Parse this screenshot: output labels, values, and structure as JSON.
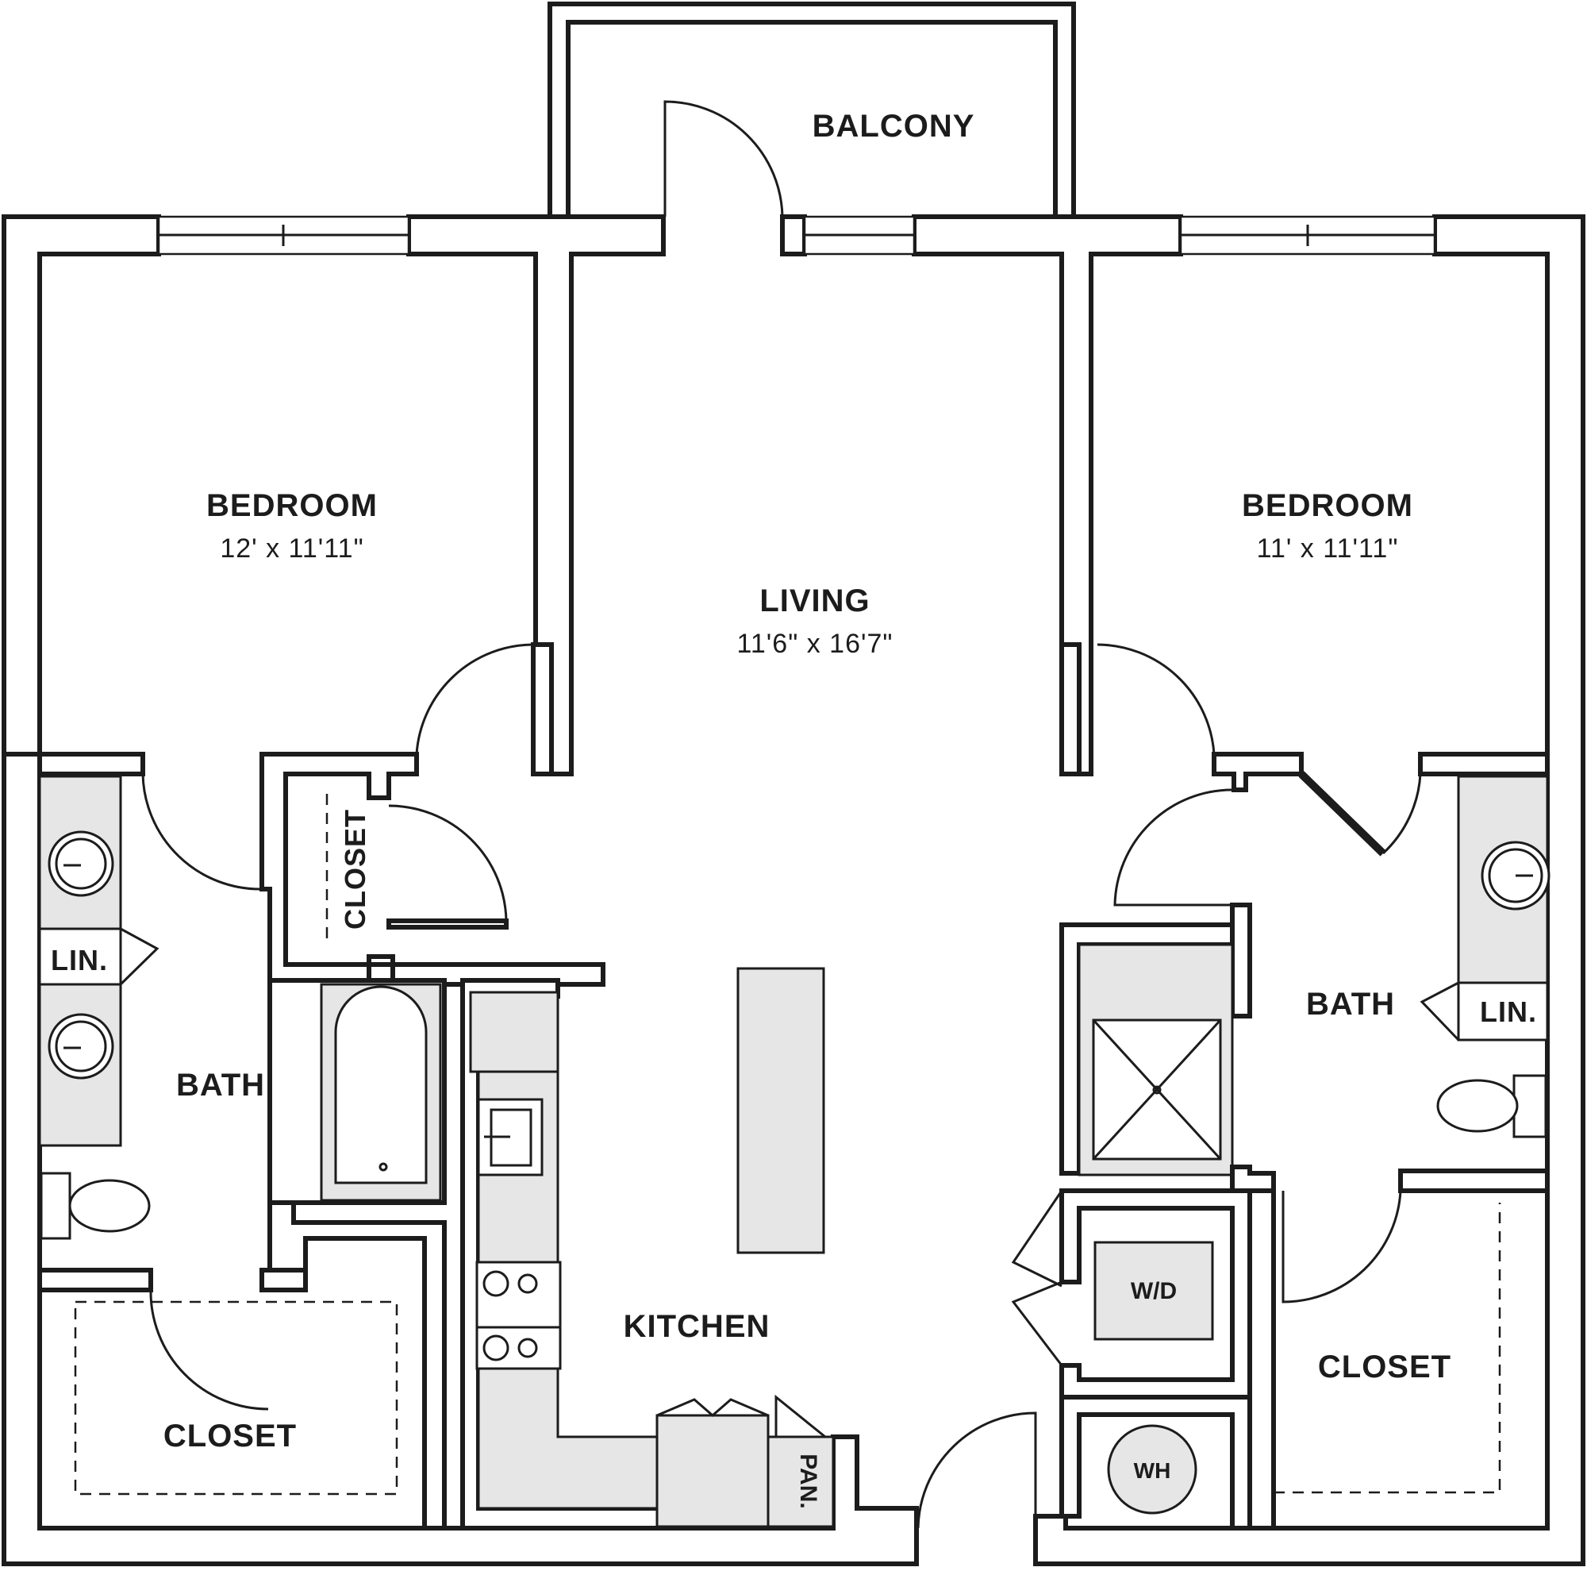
{
  "rooms": {
    "balcony": {
      "name": "BALCONY"
    },
    "bedroom_left": {
      "name": "BEDROOM",
      "size": "12' x 11'11\""
    },
    "living": {
      "name": "LIVING",
      "size": "11'6\" x 16'7\""
    },
    "bedroom_right": {
      "name": "BEDROOM",
      "size": "11' x 11'11\""
    },
    "closet_small": {
      "name": "CLOSET"
    },
    "linen_left": {
      "name": "LIN."
    },
    "bath_left": {
      "name": "BATH"
    },
    "closet_left": {
      "name": "CLOSET"
    },
    "kitchen": {
      "name": "KITCHEN"
    },
    "pantry": {
      "name": "PAN."
    },
    "bath_right": {
      "name": "BATH"
    },
    "linen_right": {
      "name": "LIN."
    },
    "washer_dryer": {
      "name": "W/D"
    },
    "closet_right": {
      "name": "CLOSET"
    },
    "water_heater": {
      "name": "WH"
    }
  },
  "colors": {
    "wall": "#1c1c1c",
    "fixture_fill": "#e6e6e6",
    "background": "#ffffff"
  }
}
